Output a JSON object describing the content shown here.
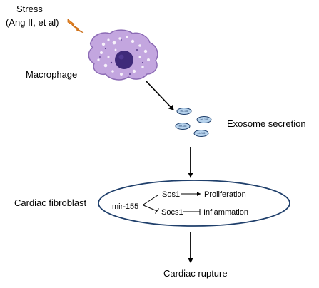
{
  "labels": {
    "stress_line1": "Stress",
    "stress_line2": "(Ang II, et al)",
    "macrophage": "Macrophage",
    "exosome_secretion": "Exosome secretion",
    "cardiac_fibroblast": "Cardiac fibroblast",
    "mir155": "mir-155",
    "sos1": "Sos1",
    "proliferation": "Proliferation",
    "socs1": "Socs1",
    "inflammation": "Inflammation",
    "cardiac_rupture": "Cardiac rupture"
  },
  "exosome_label": "mir-155",
  "colors": {
    "macrophage_body": "#c3a6df",
    "macrophage_outline": "#8c6bb5",
    "nucleus": "#3f2a7a",
    "lightning": "#e98a2a",
    "fibroblast_ellipse": "#1f3f6b",
    "exosome_fill": "#b6d2ec",
    "exosome_stroke": "#1f3f6b",
    "arrow": "#000000"
  },
  "icons": {
    "stress": "lightning-bolt-icon",
    "cell": "macrophage-cell-icon"
  }
}
